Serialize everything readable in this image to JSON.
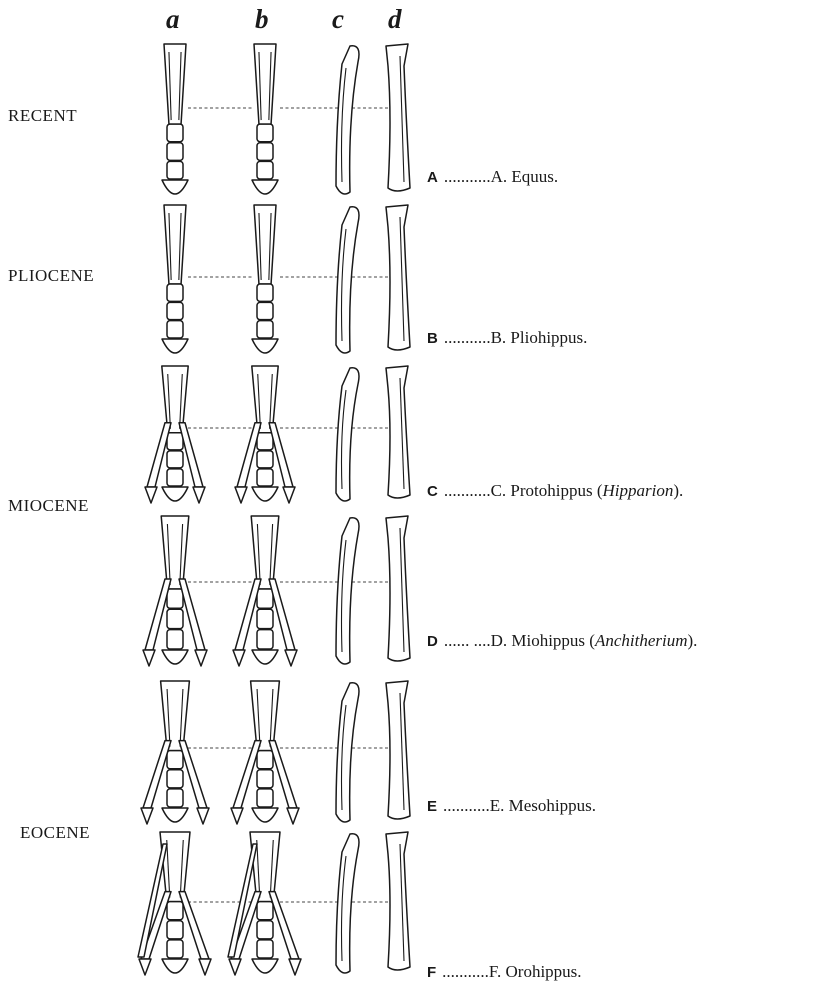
{
  "columns": [
    "a",
    "b",
    "c",
    "d"
  ],
  "epochs": [
    "RECENT",
    "PLIOCENE",
    "MIOCENE",
    "EOCENE"
  ],
  "rows": [
    {
      "letter": "A",
      "caption": "...........A. Equus.",
      "genus_italic": "",
      "suffix": "",
      "toes": 1
    },
    {
      "letter": "B",
      "caption": "...........B. Pliohippus.",
      "genus_italic": "",
      "suffix": "",
      "toes": 1
    },
    {
      "letter": "C",
      "caption": "...........C. Protohippus (",
      "genus_italic": "Hipparion",
      "suffix": ").",
      "toes": 3
    },
    {
      "letter": "D",
      "caption": "...... ....D. Miohippus (",
      "genus_italic": "Anchitherium",
      "suffix": ").",
      "toes": 3
    },
    {
      "letter": "E",
      "caption": "...........E. Mesohippus.",
      "genus_italic": "",
      "suffix": "",
      "toes": 3
    },
    {
      "letter": "F",
      "caption": "...........F. Orohippus.",
      "genus_italic": "",
      "suffix": "",
      "toes": 4
    }
  ]
}
